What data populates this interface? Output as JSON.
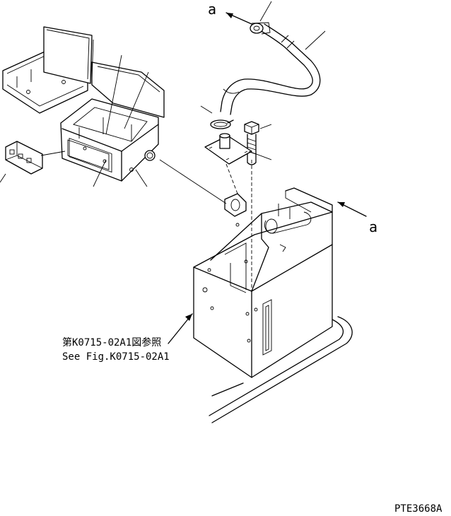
{
  "figure": {
    "ref_label_jp": "第K0715-02A1図参照",
    "ref_label_en": "See Fig.K0715-02A1",
    "view_marker": "a",
    "view_marker_2": "a",
    "drawing_code": "PTE3668A"
  }
}
